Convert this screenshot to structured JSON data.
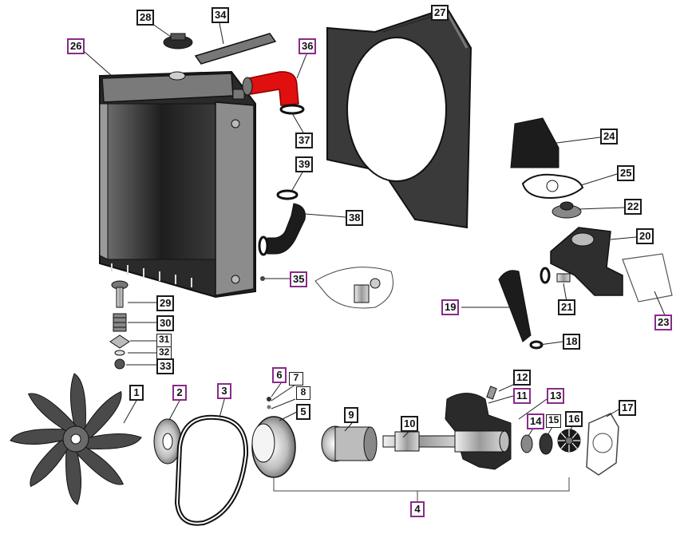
{
  "diagram": {
    "title": "Cooling system exploded parts view",
    "accent_purple": "#8a2a8a",
    "highlight_red": "#e01010",
    "callouts": [
      {
        "id": "c1",
        "label": "1",
        "color": "black"
      },
      {
        "id": "c2",
        "label": "2",
        "color": "purple"
      },
      {
        "id": "c3",
        "label": "3",
        "color": "purple"
      },
      {
        "id": "c4",
        "label": "4",
        "color": "purple"
      },
      {
        "id": "c5",
        "label": "5",
        "color": "black"
      },
      {
        "id": "c6",
        "label": "6",
        "color": "purple"
      },
      {
        "id": "c7",
        "label": "7",
        "color": "black"
      },
      {
        "id": "c8",
        "label": "8",
        "color": "black"
      },
      {
        "id": "c9",
        "label": "9",
        "color": "black"
      },
      {
        "id": "c10",
        "label": "10",
        "color": "black"
      },
      {
        "id": "c11",
        "label": "11",
        "color": "purple"
      },
      {
        "id": "c12",
        "label": "12",
        "color": "black"
      },
      {
        "id": "c13",
        "label": "13",
        "color": "purple"
      },
      {
        "id": "c14",
        "label": "14",
        "color": "purple"
      },
      {
        "id": "c15",
        "label": "15",
        "color": "black"
      },
      {
        "id": "c16",
        "label": "16",
        "color": "black"
      },
      {
        "id": "c17",
        "label": "17",
        "color": "black"
      },
      {
        "id": "c18",
        "label": "18",
        "color": "black"
      },
      {
        "id": "c19",
        "label": "19",
        "color": "purple"
      },
      {
        "id": "c20",
        "label": "20",
        "color": "black"
      },
      {
        "id": "c21",
        "label": "21",
        "color": "black"
      },
      {
        "id": "c22",
        "label": "22",
        "color": "black"
      },
      {
        "id": "c23",
        "label": "23",
        "color": "purple"
      },
      {
        "id": "c24",
        "label": "24",
        "color": "black"
      },
      {
        "id": "c25",
        "label": "25",
        "color": "black"
      },
      {
        "id": "c26",
        "label": "26",
        "color": "purple"
      },
      {
        "id": "c27",
        "label": "27",
        "color": "black"
      },
      {
        "id": "c28",
        "label": "28",
        "color": "black"
      },
      {
        "id": "c29",
        "label": "29",
        "color": "black"
      },
      {
        "id": "c30",
        "label": "30",
        "color": "black"
      },
      {
        "id": "c31",
        "label": "31",
        "color": "black"
      },
      {
        "id": "c32",
        "label": "32",
        "color": "black"
      },
      {
        "id": "c33",
        "label": "33",
        "color": "black"
      },
      {
        "id": "c34",
        "label": "34",
        "color": "black"
      },
      {
        "id": "c35",
        "label": "35",
        "color": "purple"
      },
      {
        "id": "c36",
        "label": "36",
        "color": "purple"
      },
      {
        "id": "c37",
        "label": "37",
        "color": "black"
      },
      {
        "id": "c38",
        "label": "38",
        "color": "black"
      },
      {
        "id": "c39",
        "label": "39",
        "color": "black"
      }
    ]
  }
}
